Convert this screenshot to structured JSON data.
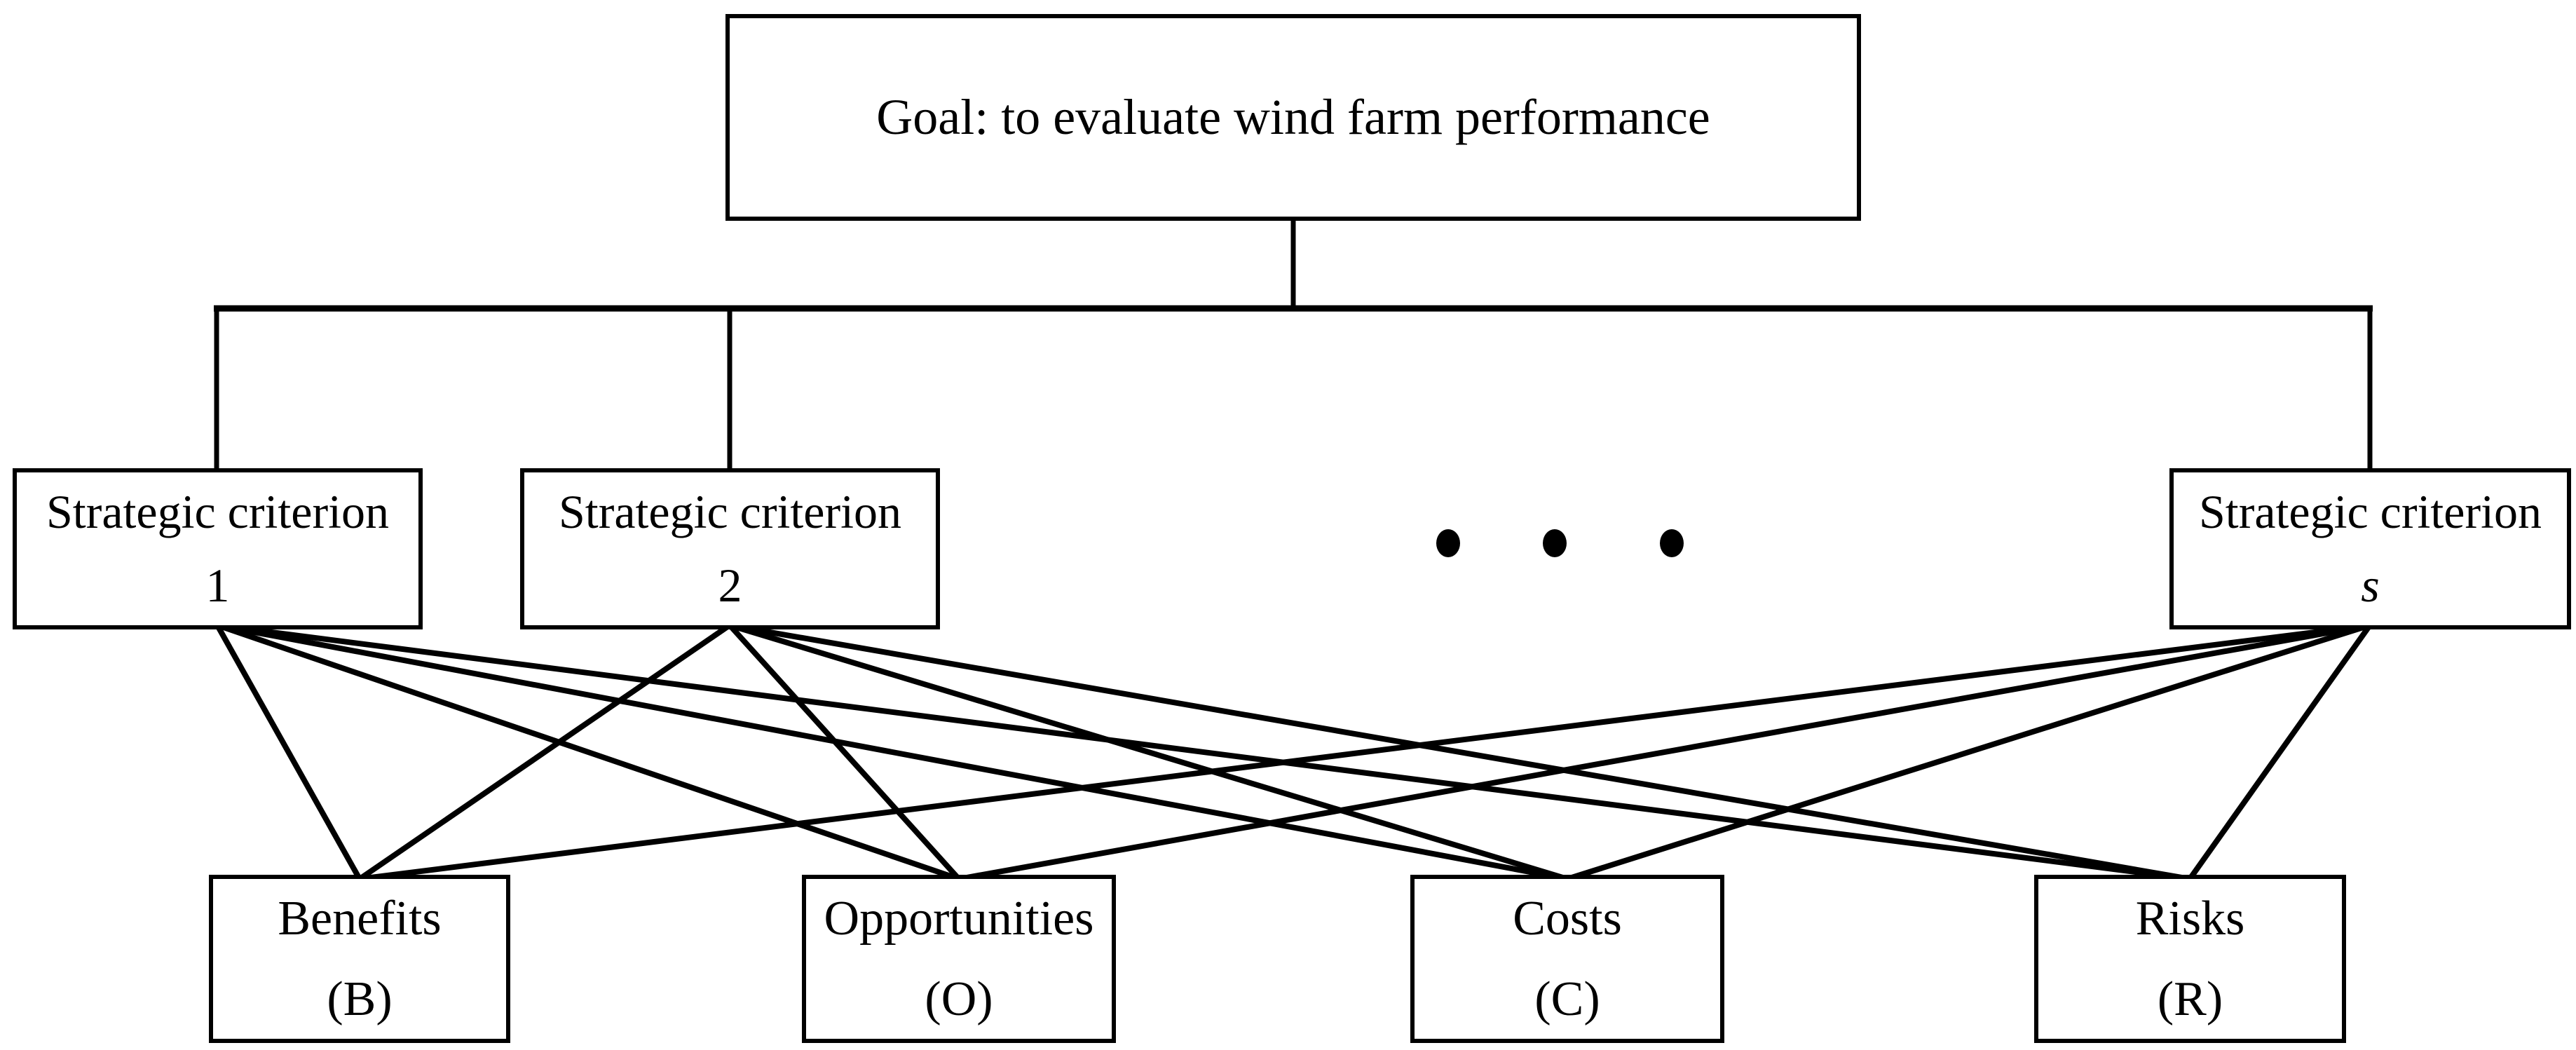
{
  "diagram": {
    "type": "hierarchy",
    "colors": {
      "background": "#ffffff",
      "line": "#000000",
      "text": "#000000"
    },
    "goal": {
      "id": "goal",
      "label": "Goal: to evaluate wind farm performance"
    },
    "criteria": [
      {
        "id": "strategic-criterion-1",
        "line1": "Strategic criterion",
        "line2": "1",
        "italic_line2": false
      },
      {
        "id": "strategic-criterion-2",
        "line1": "Strategic criterion",
        "line2": "2",
        "italic_line2": false
      },
      {
        "id": "strategic-criterion-s",
        "line1": "Strategic criterion",
        "line2": "s",
        "italic_line2": true
      }
    ],
    "ellipsis": {
      "dots": 3,
      "meaning": "continuation between criterion 2 and criterion s"
    },
    "merits": [
      {
        "id": "benefits",
        "name": "Benefits",
        "abbr": "(B)"
      },
      {
        "id": "opportunities",
        "name": "Opportunities",
        "abbr": "(O)"
      },
      {
        "id": "costs",
        "name": "Costs",
        "abbr": "(C)"
      },
      {
        "id": "risks",
        "name": "Risks",
        "abbr": "(R)"
      }
    ],
    "edges": [
      {
        "from": "goal",
        "to": "strategic-criterion-1"
      },
      {
        "from": "goal",
        "to": "strategic-criterion-2"
      },
      {
        "from": "goal",
        "to": "strategic-criterion-s"
      },
      {
        "from": "strategic-criterion-1",
        "to": "benefits"
      },
      {
        "from": "strategic-criterion-1",
        "to": "opportunities"
      },
      {
        "from": "strategic-criterion-1",
        "to": "costs"
      },
      {
        "from": "strategic-criterion-1",
        "to": "risks"
      },
      {
        "from": "strategic-criterion-2",
        "to": "benefits"
      },
      {
        "from": "strategic-criterion-2",
        "to": "opportunities"
      },
      {
        "from": "strategic-criterion-2",
        "to": "costs"
      },
      {
        "from": "strategic-criterion-2",
        "to": "risks"
      },
      {
        "from": "strategic-criterion-s",
        "to": "benefits"
      },
      {
        "from": "strategic-criterion-s",
        "to": "opportunities"
      },
      {
        "from": "strategic-criterion-s",
        "to": "costs"
      },
      {
        "from": "strategic-criterion-s",
        "to": "risks"
      }
    ]
  }
}
